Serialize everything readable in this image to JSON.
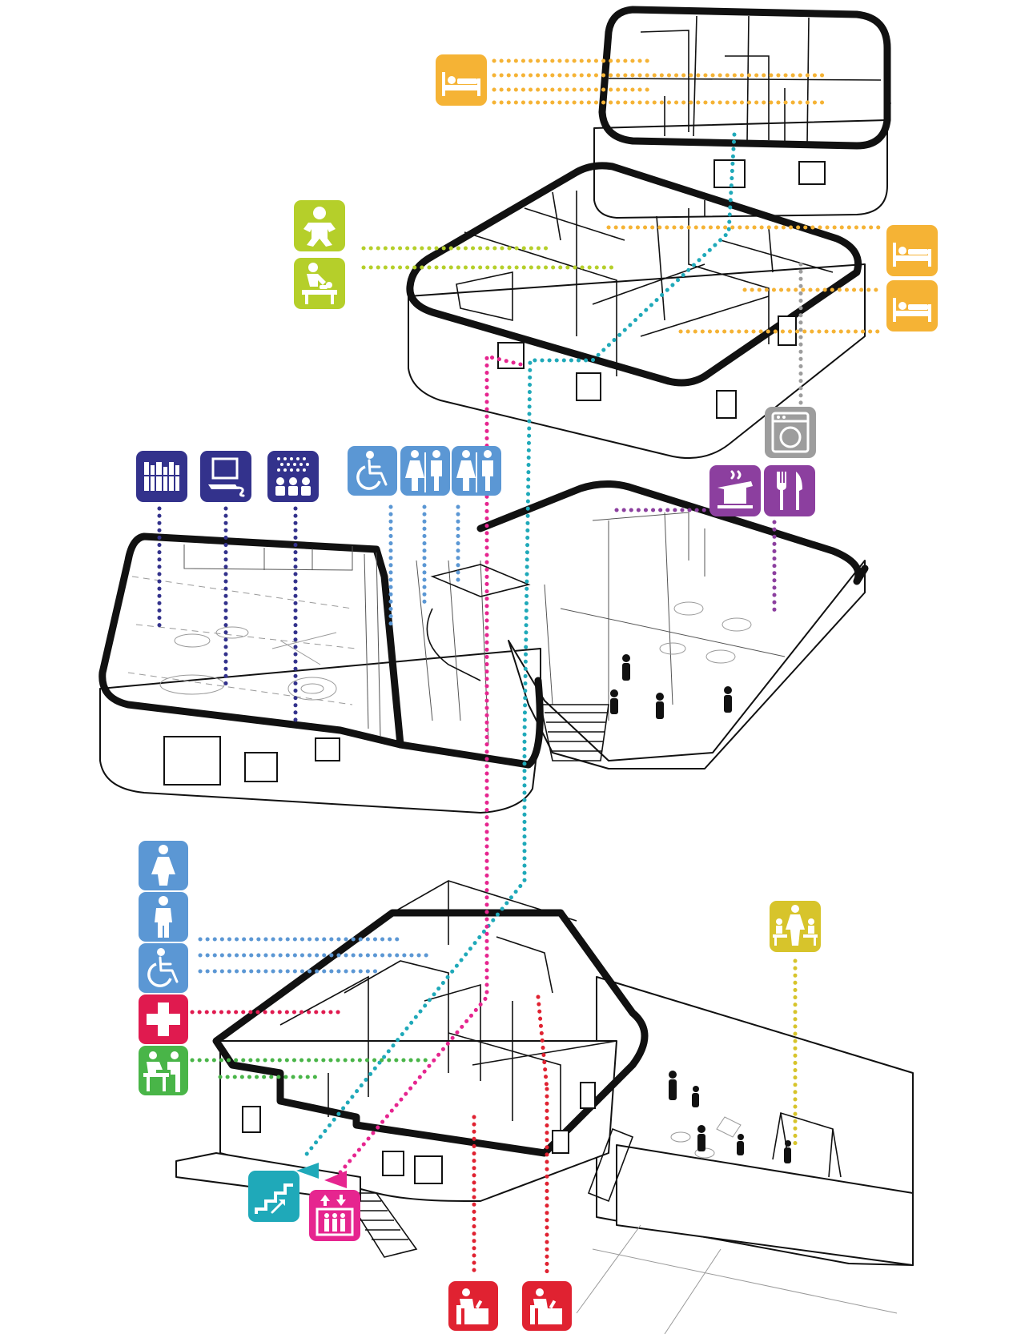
{
  "colors": {
    "bedroom": "#f5b335",
    "childcare": "#b5cf2a",
    "laundry": "#9d9d9d",
    "kitchen_dining": "#8c3f9f",
    "media": "#33328c",
    "toilets": "#5b97d4",
    "medical": "#e01a4f",
    "consultation": "#49b548",
    "playground": "#d7c42b",
    "stairs": "#1fa9b9",
    "lift": "#e6258f",
    "reception": "#e02231"
  },
  "icons": {
    "top_floor": [
      {
        "id": "bed-top",
        "category": "bedroom",
        "icon": "bed-icon"
      }
    ],
    "second_floor": [
      {
        "id": "baby",
        "category": "childcare",
        "icon": "baby-icon"
      },
      {
        "id": "changing",
        "category": "childcare",
        "icon": "baby-changing-icon"
      },
      {
        "id": "bed-right-a",
        "category": "bedroom",
        "icon": "bed-icon"
      },
      {
        "id": "bed-right-b",
        "category": "bedroom",
        "icon": "bed-icon"
      },
      {
        "id": "washing-machine",
        "category": "laundry",
        "icon": "washing-machine-icon"
      }
    ],
    "first_floor": [
      {
        "id": "library",
        "category": "media",
        "icon": "library-books-icon"
      },
      {
        "id": "computer",
        "category": "media",
        "icon": "computer-icon"
      },
      {
        "id": "theatre",
        "category": "media",
        "icon": "theatre-icon"
      },
      {
        "id": "accessible",
        "category": "toilets",
        "icon": "wheelchair-icon"
      },
      {
        "id": "wc-a",
        "category": "toilets",
        "icon": "toilet-icon"
      },
      {
        "id": "wc-b",
        "category": "toilets",
        "icon": "toilet-icon"
      },
      {
        "id": "kitchen",
        "category": "kitchen_dining",
        "icon": "kitchen-pot-icon"
      },
      {
        "id": "dining",
        "category": "kitchen_dining",
        "icon": "fork-knife-icon"
      }
    ],
    "ground_floor": [
      {
        "id": "female",
        "category": "toilets",
        "icon": "female-icon"
      },
      {
        "id": "male",
        "category": "toilets",
        "icon": "male-icon"
      },
      {
        "id": "accessible-g",
        "category": "toilets",
        "icon": "wheelchair-icon"
      },
      {
        "id": "first-aid",
        "category": "medical",
        "icon": "first-aid-cross-icon"
      },
      {
        "id": "consult",
        "category": "consultation",
        "icon": "consultation-icon"
      },
      {
        "id": "playground",
        "category": "playground",
        "icon": "playground-icon"
      },
      {
        "id": "stairs",
        "category": "stairs",
        "icon": "stairs-icon"
      },
      {
        "id": "lift",
        "category": "lift",
        "icon": "lift-icon"
      },
      {
        "id": "reception-a",
        "category": "reception",
        "icon": "reception-desk-icon"
      },
      {
        "id": "reception-b",
        "category": "reception",
        "icon": "reception-desk-icon"
      }
    ]
  }
}
